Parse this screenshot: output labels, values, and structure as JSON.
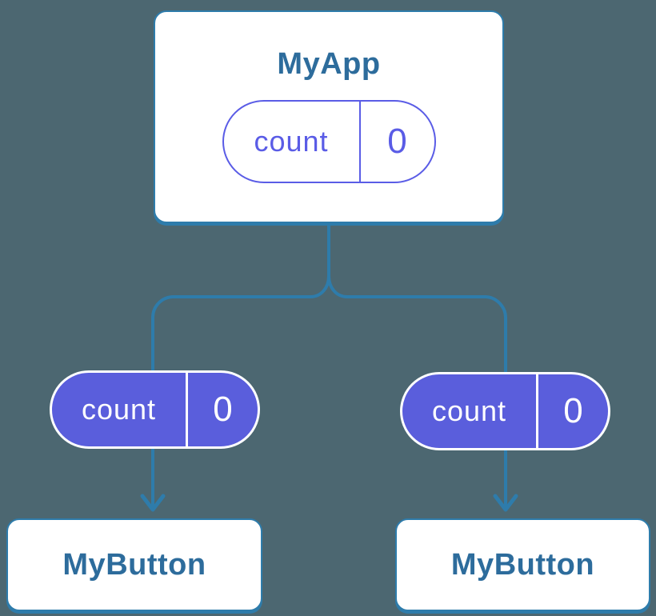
{
  "colors": {
    "bg": "#4c6771",
    "line": "#2e7cab",
    "cardBg": "#ffffff",
    "title": "#2d6c9c",
    "violet": "#5a5ce6",
    "violetFill": "#5a5edc",
    "pillTextLight": "#ffffff"
  },
  "diagram": {
    "root": {
      "title": "MyApp",
      "state": {
        "key": "count",
        "value": "0"
      }
    },
    "children": [
      {
        "title": "MyButton",
        "prop": {
          "key": "count",
          "value": "0"
        }
      },
      {
        "title": "MyButton",
        "prop": {
          "key": "count",
          "value": "0"
        }
      }
    ]
  }
}
